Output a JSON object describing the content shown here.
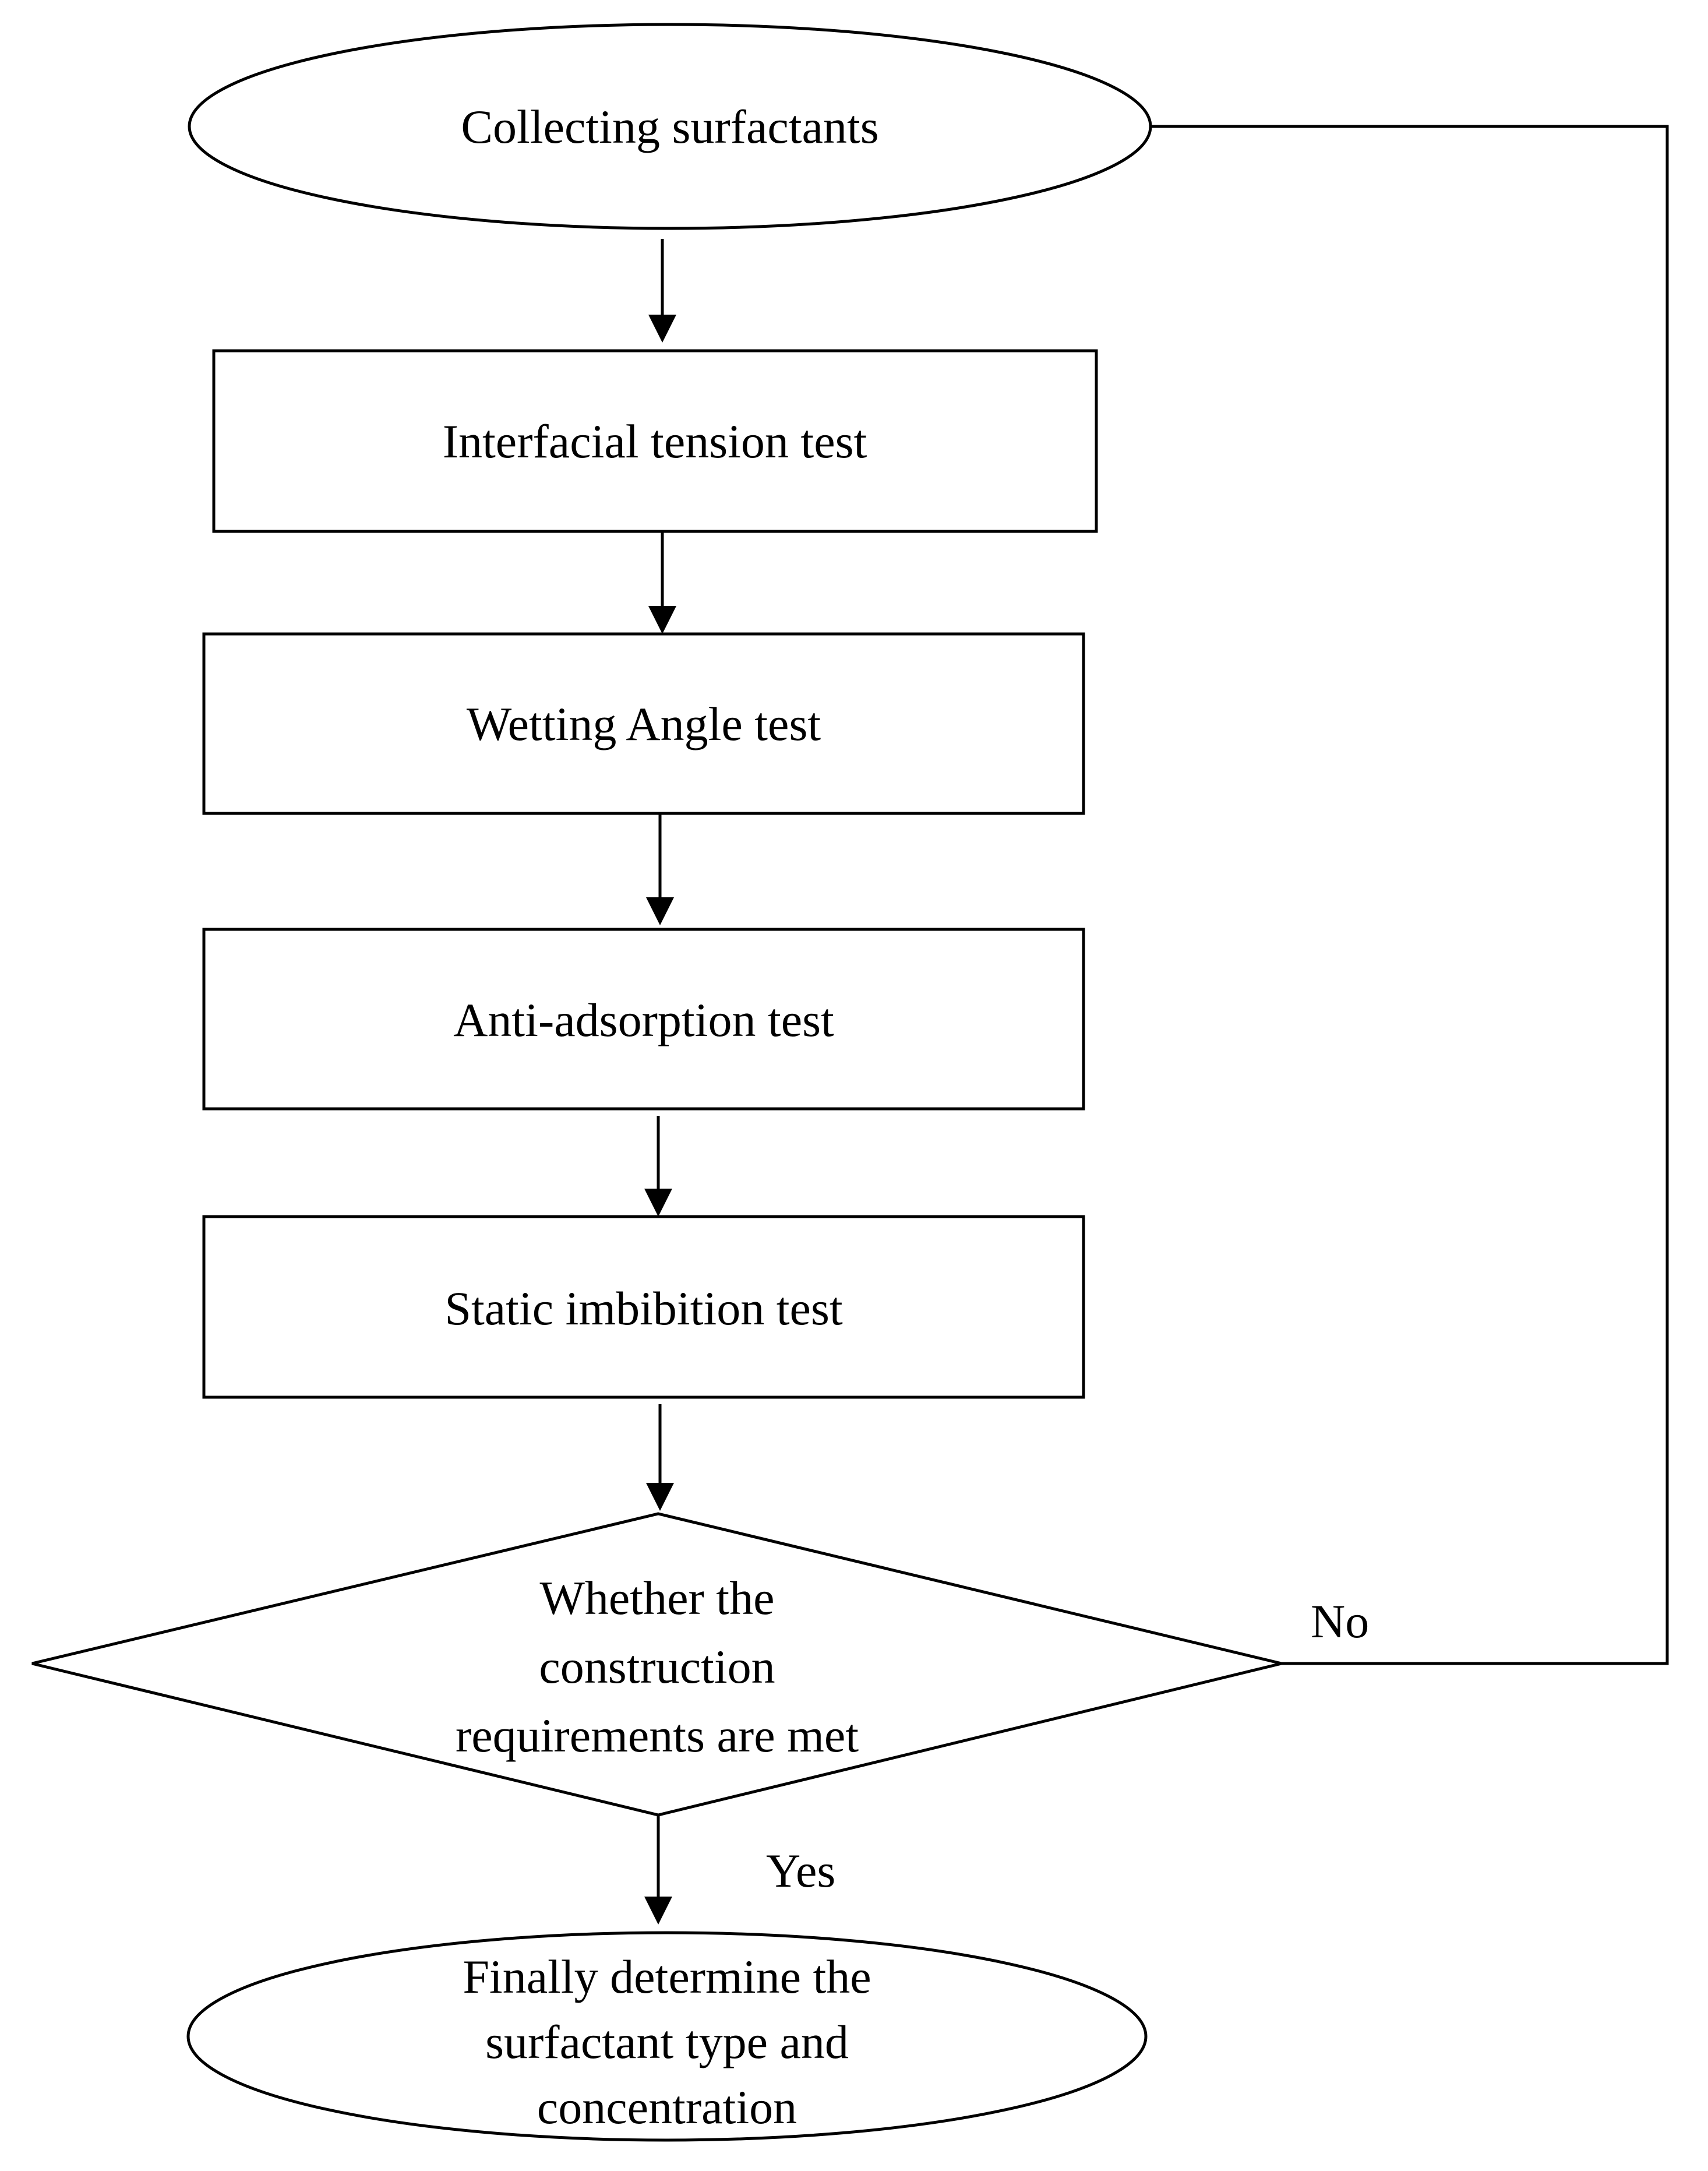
{
  "diagram": {
    "start": {
      "label": "Collecting surfactants"
    },
    "steps": [
      {
        "label": "Interfacial tension test"
      },
      {
        "label": "Wetting Angle test"
      },
      {
        "label": "Anti-adsorption test"
      },
      {
        "label": "Static imbibition test"
      }
    ],
    "decision": {
      "lines": [
        "Whether the",
        "construction",
        "requirements are met"
      ]
    },
    "branches": {
      "no_label": "No",
      "yes_label": "Yes"
    },
    "end": {
      "lines": [
        "Finally determine the",
        "surfactant type and",
        "concentration"
      ]
    }
  },
  "colors": {
    "stroke": "#000000",
    "fill": "#ffffff",
    "text": "#000000"
  }
}
